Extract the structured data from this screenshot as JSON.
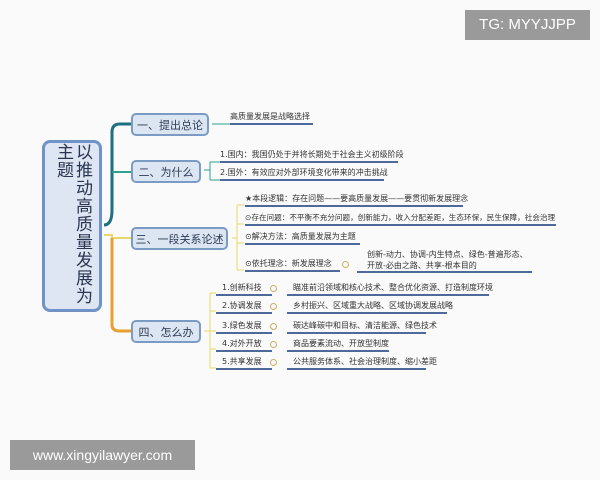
{
  "watermarks": {
    "top_right": "TG: MYYJJPP",
    "bottom_left": "www.xingyilawyer.com"
  },
  "root": "以推动高质量发展为主题",
  "branches": [
    {
      "label": "一、提出总论",
      "leaves": [
        "高质量发展是战略选择"
      ]
    },
    {
      "label": "二、为什么",
      "leaves": [
        "1.国内：我国仍处于并将长期处于社会主义初级阶段",
        "2.国外：有效应对外部环境变化带来的冲击挑战"
      ]
    },
    {
      "label": "三、一段关系论述",
      "leaves": [
        "★本段逻辑：存在问题——要高质量发展——要贯彻新发展理念",
        "⊙存在问题：不平衡不充分问题，创新能力，收入分配差距，生态环保，民生保障，社会治理",
        "⊙解决方法：高质量发展为主题",
        "⊙依托理念：新发展理念"
      ],
      "sub": [
        "创新-动力、协调-内生特点、绿色-普遍形态、",
        "开放-必由之路、共享-根本目的"
      ]
    },
    {
      "label": "四、怎么办",
      "rows": [
        {
          "label": "1.创新科技",
          "detail": "瞄准前沿领域和核心技术、整合优化资源、打造制度环境"
        },
        {
          "label": "2.协调发展",
          "detail": "乡村振兴、区域重大战略、区域协调发展战略"
        },
        {
          "label": "3.绿色发展",
          "detail": "碳达峰碳中和目标、清洁能源、绿色技术"
        },
        {
          "label": "4.对外开放",
          "detail": "商品要素流动、开放型制度"
        },
        {
          "label": "5.共享发展",
          "detail": "公共服务体系、社会治理制度、缩小差距"
        }
      ]
    }
  ],
  "colors": {
    "branch1": "#1f6f80",
    "branch2": "#2aa28e",
    "branch3": "#e8d76a",
    "branch4": "#e8a030",
    "node_border": "#7b9ac4",
    "node_fill": "#dce6f2"
  }
}
